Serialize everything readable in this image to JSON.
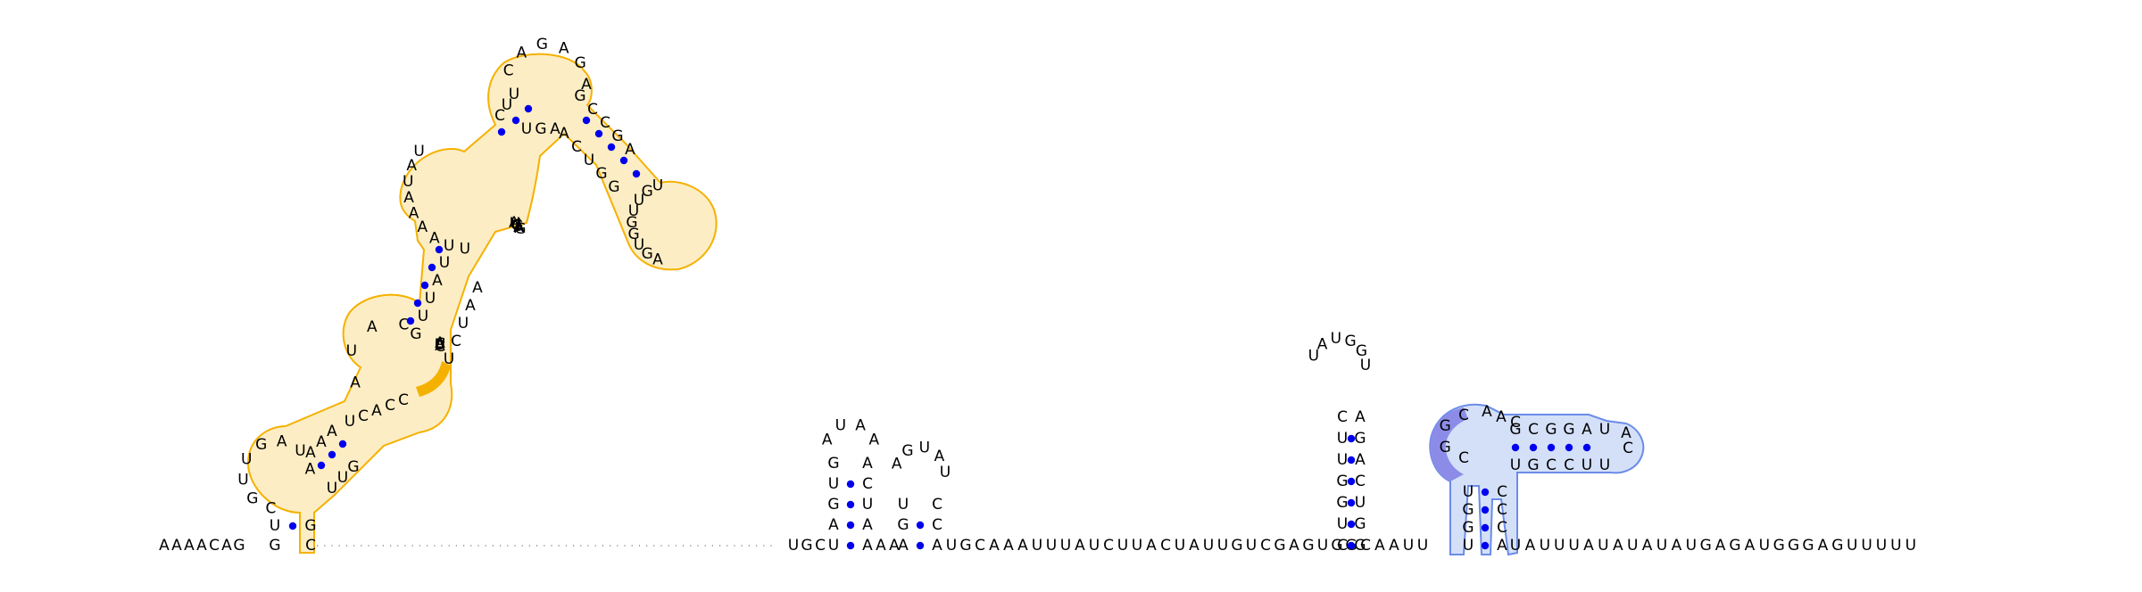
{
  "sequence": {
    "five_prime": [
      "A",
      "A",
      "A",
      "A",
      "C",
      "A",
      "G"
    ],
    "hairpin1_left": [
      "U",
      "U"
    ],
    "hairpin1_5p_right": [
      "A",
      "U",
      "A",
      "C"
    ],
    "three_prime": [
      "U",
      "A",
      "U",
      "U",
      "U",
      "A",
      "U",
      "A",
      "U",
      "A",
      "U",
      "A",
      "U",
      "G",
      "A",
      "G",
      "A",
      "U",
      "G",
      "G",
      "G",
      "A",
      "G",
      "U",
      "U",
      "U",
      "U",
      "U"
    ]
  },
  "structures": {
    "big_hairpin": {
      "pairs_bottom_left": [
        "G",
        "U"
      ],
      "pairs_bottom_right": [
        "C",
        "G"
      ],
      "loop1": [
        "C",
        "G",
        "U",
        "U",
        "G",
        "A",
        "U",
        "A"
      ],
      "stem2_left": [
        "A",
        "A",
        "A"
      ],
      "stem2_right": [
        "U",
        "U",
        "G"
      ],
      "bulge_right": [
        "U",
        "C",
        "A",
        "C",
        "C"
      ],
      "stem3_left": [
        "A",
        "C",
        "U",
        "A",
        "C"
      ],
      "loop2": [
        "A",
        "U",
        "A",
        "C"
      ],
      "stem4_left": [
        "G",
        "U",
        "U",
        "A",
        "U"
      ],
      "stem4_right": [
        "U",
        "C",
        "U",
        "A",
        "A"
      ],
      "interior_loop_left": [
        "U",
        "A",
        "U",
        "A",
        "A",
        "A",
        "A",
        "U",
        "U"
      ],
      "interior_loop_right": [
        "A",
        "U",
        "U",
        "G",
        "G",
        "A",
        "A",
        "G"
      ],
      "stem5_left": [
        "C",
        "U",
        "U"
      ],
      "stem5_right": [
        "U",
        "G",
        "A"
      ],
      "terminal_loop": [
        "C",
        "A",
        "G",
        "A",
        "G",
        "A"
      ],
      "branch_left": [
        "G",
        "C",
        "C",
        "G",
        "A"
      ],
      "branch_right": [
        "A",
        "C",
        "U",
        "G",
        "G"
      ],
      "branch_loop": [
        "U",
        "G",
        "U",
        "U",
        "G",
        "G",
        "U",
        "G",
        "A"
      ]
    },
    "hairpin_a": {
      "left": [
        "U",
        "A",
        "G",
        "U",
        "G"
      ],
      "right": [
        "A",
        "A",
        "U",
        "C",
        "A"
      ],
      "loop": [
        "A",
        "U",
        "A",
        "A"
      ]
    },
    "hairpin_b": {
      "left": [
        "A",
        "G",
        "U"
      ],
      "right": [
        "A",
        "C",
        "C"
      ],
      "loop": [
        "A",
        "G",
        "U",
        "A",
        "U"
      ]
    },
    "hairpin_c": {
      "left": [
        "C",
        "U",
        "G",
        "G",
        "U",
        "U",
        "C"
      ],
      "right": [
        "G",
        "G",
        "U",
        "C",
        "A",
        "G",
        "A"
      ],
      "loop": [
        "U",
        "A",
        "U",
        "G",
        "G",
        "U"
      ]
    },
    "pseudoknot": {
      "vertical_left": [
        "U",
        "G",
        "G",
        "U"
      ],
      "vertical_right": [
        "A",
        "C",
        "C",
        "C"
      ],
      "top_left": [
        "C",
        "G",
        "G",
        "C"
      ],
      "top_pair_upper": [
        "G",
        "C",
        "G",
        "G",
        "A",
        "U"
      ],
      "top_pair_lower": [
        "U",
        "G",
        "C",
        "C",
        "U",
        "U"
      ],
      "loop_right": [
        "A",
        "C"
      ],
      "loop_top": [
        "A",
        "A",
        "C"
      ]
    },
    "linker_mid": [
      "U",
      "G",
      "C",
      "A",
      "A",
      "A",
      "U",
      "U",
      "U",
      "A",
      "U",
      "C",
      "U",
      "U",
      "A",
      "C",
      "U",
      "A",
      "U",
      "U",
      "G",
      "U",
      "C",
      "G",
      "A",
      "G",
      "U",
      "G",
      "G",
      "C",
      "A",
      "A",
      "U",
      "U"
    ]
  },
  "colors": {
    "pair_dot": "#0000EE",
    "orange_stroke": "#F5B100",
    "orange_fill": "#FCEDC4",
    "orange_highlight": "#F5B100",
    "blue_stroke": "#6B8CE8",
    "blue_fill": "#D4E0F8",
    "blue_highlight": "#8C8CE8"
  }
}
